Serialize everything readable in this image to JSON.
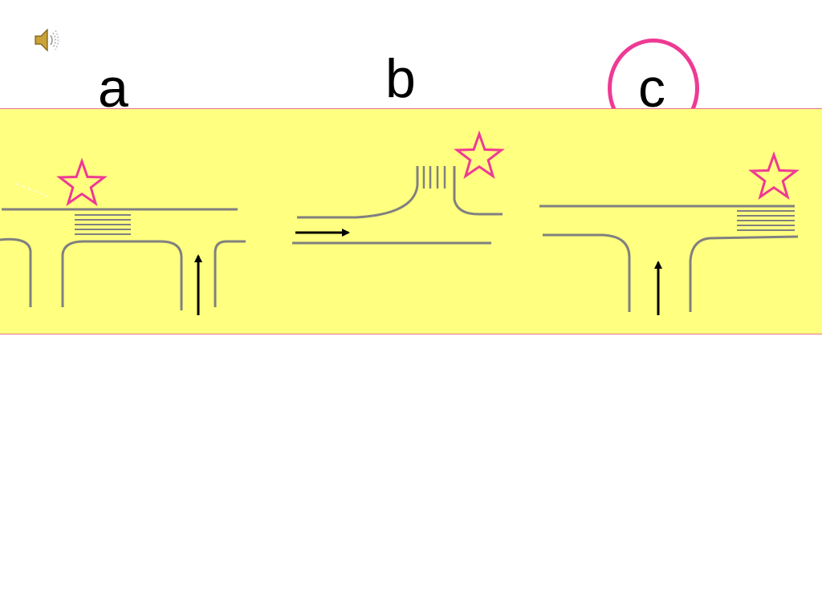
{
  "slide": {
    "options": [
      {
        "key": "a",
        "label": "a"
      },
      {
        "key": "b",
        "label": "b"
      },
      {
        "key": "c",
        "label": "c"
      }
    ],
    "selected_answer": "c"
  },
  "icons": {
    "audio": "speaker-icon",
    "marker": "star-icon",
    "direction": "arrow-icon"
  },
  "colors": {
    "band": "#ffff80",
    "highlight": "#ee3a94",
    "road": "#808080",
    "arrow": "#000000"
  }
}
